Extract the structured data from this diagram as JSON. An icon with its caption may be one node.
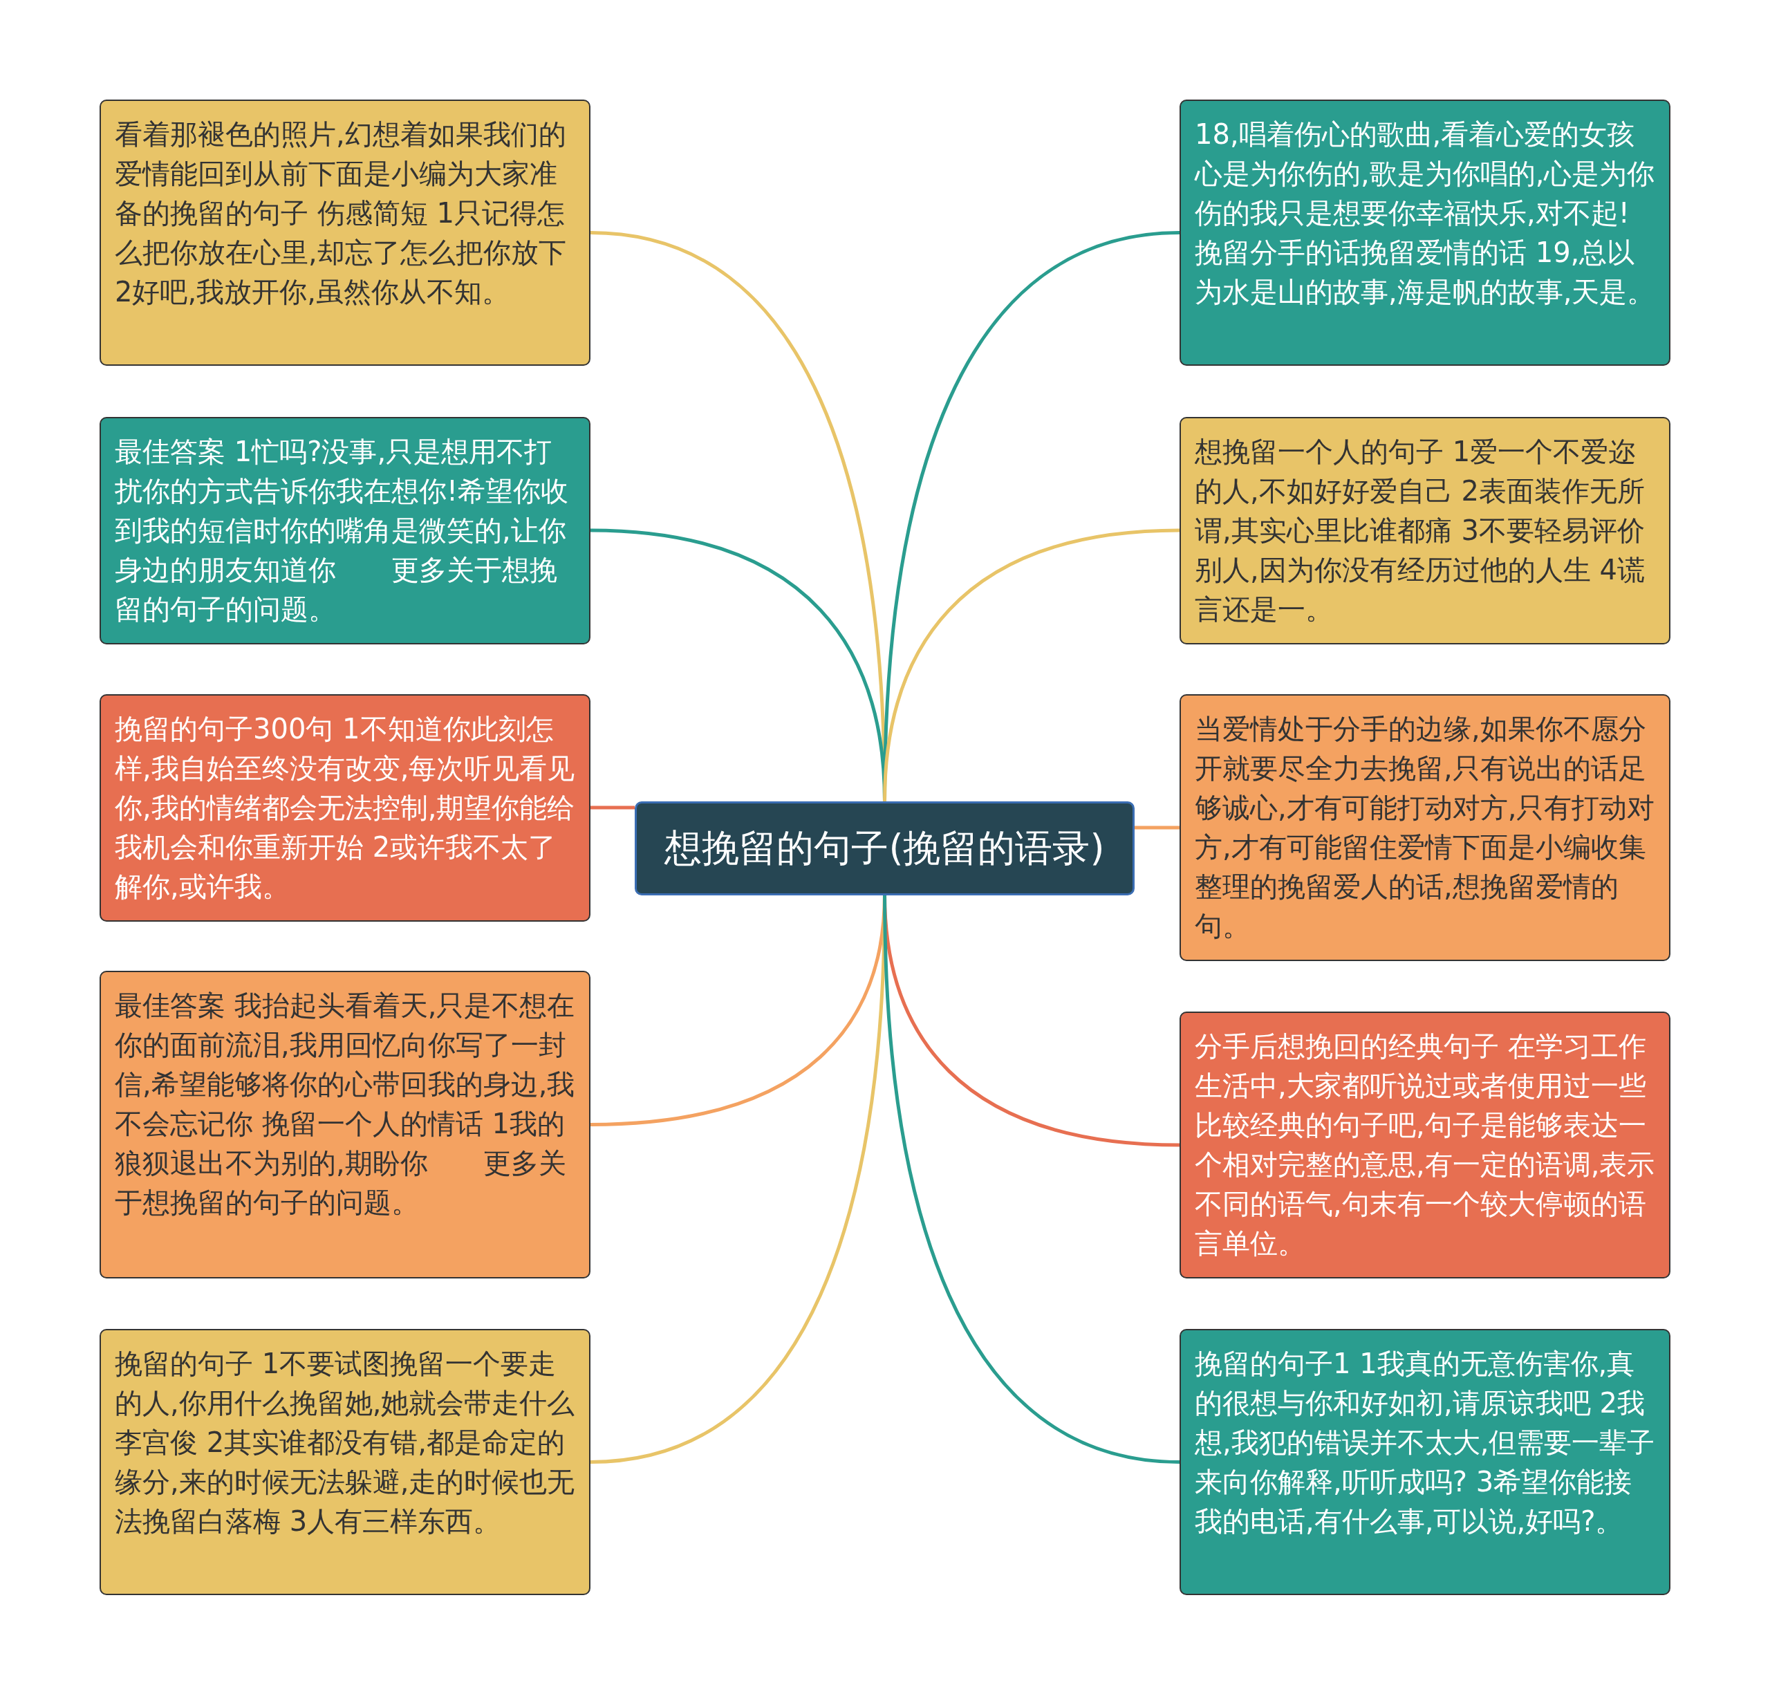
{
  "diagram": {
    "nodes": [
      {
        "text": [
          "想挽留的句子(挽留的语录)"
        ]
      },
      {
        "text": [
          "看着那褪色的照片,幻想着如果我们的爱情能回到从前下面是小编为大家准备的挽留的句子 伤感简短 1只记得怎么把你放在心里,却忘了怎么把你放下 2好吧,我放开你,虽然你从不知。"
        ]
      },
      {
        "text": [
          "最佳答案 1忙吗?没事,只是想用不打扰你的方式告诉你我在想你!希望你收到我的短信时你的嘴角是微笑的,让你身边的朋友知道你　　更多关于想挽留的句子的问题。"
        ]
      },
      {
        "text": [
          "挽留的句子300句 1不知道你此刻怎样,我自始至终没有改变,每次听见看见你,我的情绪都会无法控制,期望你能给我机会和你重新开始 2或许我不太了解你,或许我。"
        ]
      },
      {
        "text": [
          "最佳答案 我抬起头看着天,只是不想在你的面前流泪,我用回忆向你写了一封信,希望能够将你的心带回我的身边,我不会忘记你 挽留一个人的情话 1我的狼狈退出不为别的,期盼你　　更多关于想挽留的句子的问题。"
        ]
      },
      {
        "text": [
          "挽留的句子 1不要试图挽留一个要走的人,你用什么挽留她,她就会带走什么李宫俊 2其实谁都没有错,都是命定的缘分,来的时候无法躲避,走的时候也无法挽留白落梅 3人有三样东西。"
        ]
      },
      {
        "text": [
          "18,唱着伤心的歌曲,看着心爱的女孩心是为你伤的,歌是为你唱的,心是为你伤的我只是想要你幸福快乐,对不起!挽留分手的话挽留爱情的话 19,总以为水是山的故事,海是帆的故事,天是。"
        ]
      },
      {
        "text": [
          "想挽留一个人的句子 1爱一个不爱迩的人,不如好好爱自己 2表面装作无所谓,其实心里比谁都痛 3不要轻易评价别人,因为你没有经历过他的人生 4谎言还是一。"
        ]
      },
      {
        "text": [
          "当爱情处于分手的边缘,如果你不愿分开就要尽全力去挽留,只有说出的话足够诚心,才有可能打动对方,只有打动对方,才有可能留住爱情下面是小编收集整理的挽留爱人的话,想挽留爱情的句。"
        ]
      },
      {
        "text": [
          "分手后想挽回的经典句子 在学习工作生活中,大家都听说过或者使用过一些比较经典的句子吧,句子是能够表达一个相对完整的意思,有一定的语调,表示不同的语气,句末有一个较大停顿的语言单位。"
        ]
      },
      {
        "text": [
          "挽留的句子1 1我真的无意伤害你,真的很想与你和好如初,请原谅我吧 2我想,我犯的错误并不太大,但需要一辈子来向你解释,听听成吗? 3希望你能接我的电话,有什么事,可以说,好吗?。"
        ]
      }
    ],
    "edges": [
      {
        "from": 0,
        "to": 1,
        "arrow": "none",
        "color": "#e8c468"
      },
      {
        "from": 0,
        "to": 2,
        "arrow": "none",
        "color": "#2a9d8f"
      },
      {
        "from": 0,
        "to": 3,
        "arrow": "none",
        "color": "#e76f51"
      },
      {
        "from": 0,
        "to": 4,
        "arrow": "none",
        "color": "#f4a261"
      },
      {
        "from": 0,
        "to": 5,
        "arrow": "none",
        "color": "#e8c468"
      },
      {
        "from": 0,
        "to": 6,
        "arrow": "none",
        "color": "#2a9d8f"
      },
      {
        "from": 0,
        "to": 7,
        "arrow": "none",
        "color": "#e8c468"
      },
      {
        "from": 0,
        "to": 8,
        "arrow": "none",
        "color": "#f4a261"
      },
      {
        "from": 0,
        "to": 9,
        "arrow": "none",
        "color": "#e76f51"
      },
      {
        "from": 0,
        "to": 10,
        "arrow": "none",
        "color": "#2a9d8f"
      }
    ]
  }
}
